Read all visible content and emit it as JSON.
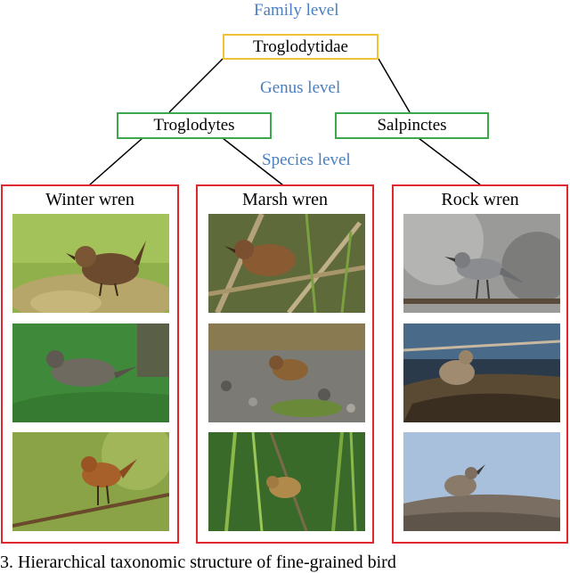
{
  "levels": {
    "family": "Family level",
    "genus": "Genus level",
    "species": "Species level"
  },
  "family": {
    "name": "Troglodytidae"
  },
  "genera": [
    {
      "name": "Troglodytes"
    },
    {
      "name": "Salpinctes"
    }
  ],
  "species": [
    {
      "name": "Winter wren",
      "photos": [
        "wren-on-moss-photo",
        "wren-on-grass-photo",
        "wren-on-branch-photo"
      ]
    },
    {
      "name": "Marsh wren",
      "photos": [
        "wren-in-reeds-photo",
        "wren-on-gravel-photo",
        "wren-on-stems-photo"
      ]
    },
    {
      "name": "Rock wren",
      "photos": [
        "wren-on-rail-photo",
        "wren-on-rocks-photo",
        "wren-on-log-photo"
      ]
    }
  ],
  "colors": {
    "level_text": "#4a7fc1",
    "family_border": "#f0c23a",
    "genus_border": "#3aa84b",
    "species_border": "#e0262e"
  },
  "caption": "3.  Hierarchical  taxonomic  structure  of  fine-grained  bird"
}
